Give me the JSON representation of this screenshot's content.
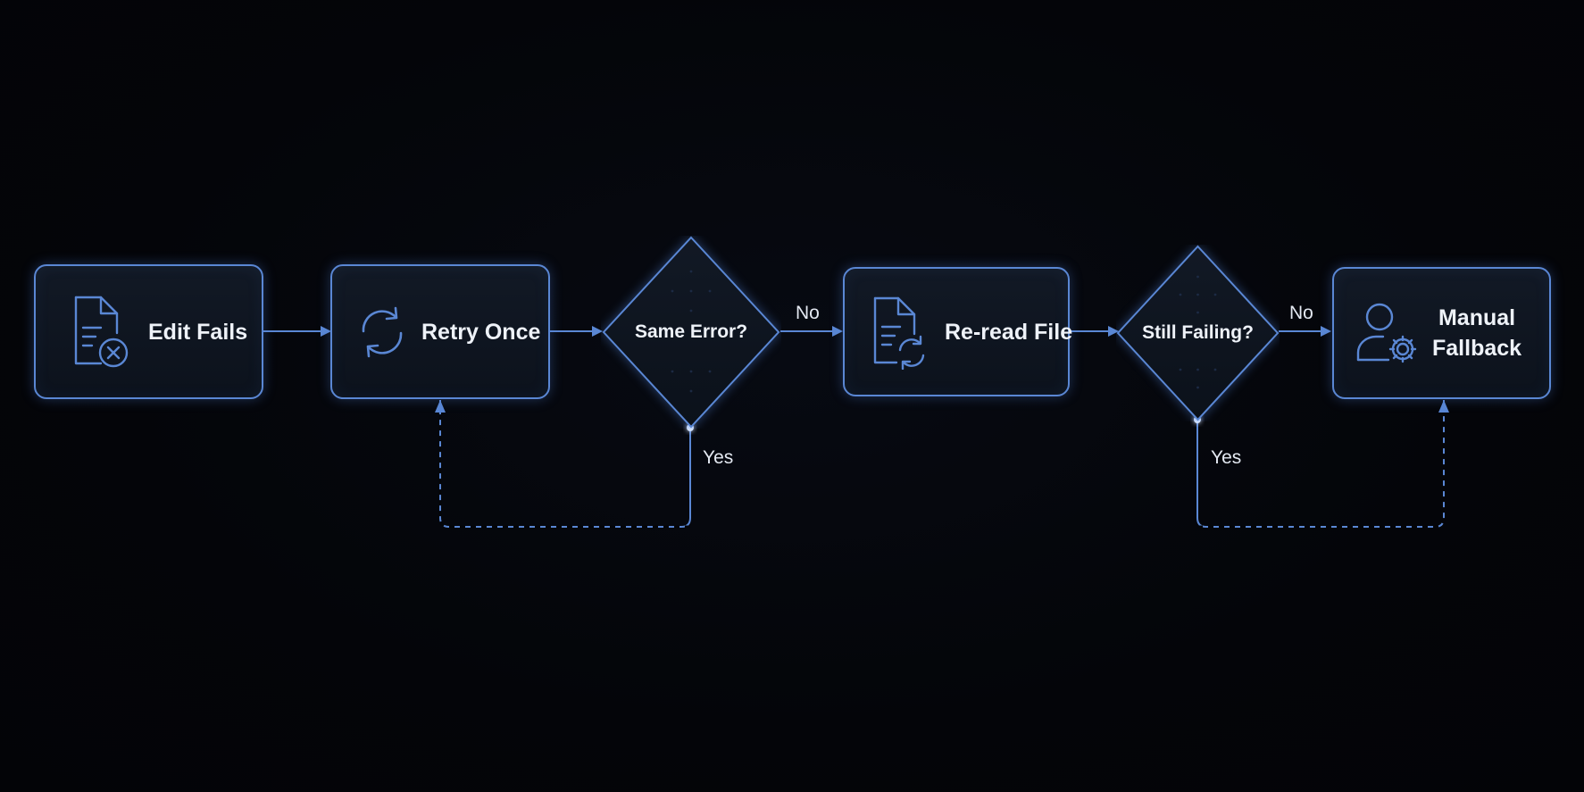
{
  "colors": {
    "background": "#040509",
    "accent": "#5a87d4",
    "node_fill": "#101722",
    "text": "#eef2f8"
  },
  "nodes": {
    "edit_fails": {
      "label": "Edit Fails",
      "icon": "file-error-icon"
    },
    "retry_once": {
      "label": "Retry Once",
      "icon": "refresh-icon"
    },
    "same_error": {
      "label": "Same Error?"
    },
    "reread_file": {
      "label": "Re-read File",
      "icon": "file-refresh-icon"
    },
    "still_failing": {
      "label": "Still Failing?"
    },
    "manual_fallback": {
      "label_line1": "Manual",
      "label_line2": "Fallback",
      "icon": "user-gear-icon"
    }
  },
  "edges": {
    "same_error_no": "No",
    "same_error_yes": "Yes",
    "still_failing_no": "No",
    "still_failing_yes": "Yes"
  }
}
